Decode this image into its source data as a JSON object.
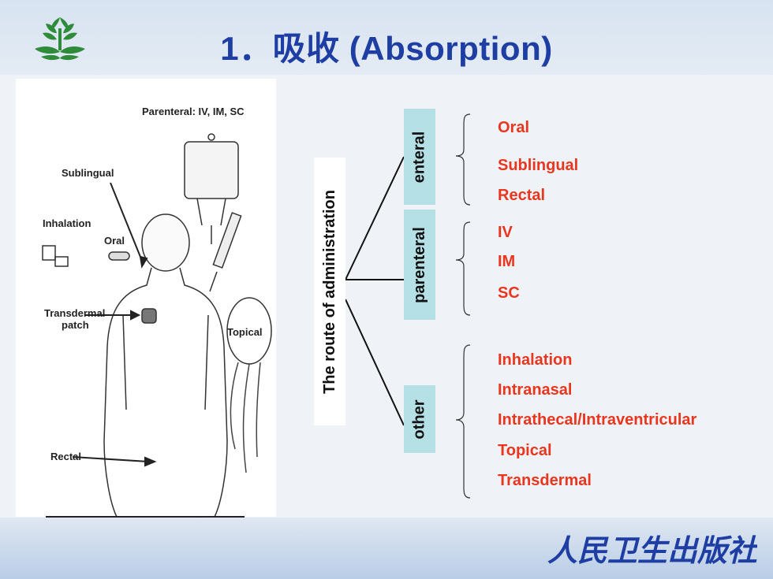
{
  "header": {
    "title": "1．吸收 (Absorption)"
  },
  "figure": {
    "labels": {
      "parenteral": "Parenteral: IV, IM, SC",
      "sublingual": "Sublingual",
      "inhalation": "Inhalation",
      "oral": "Oral",
      "transdermal": "Transdermal",
      "patch": "patch",
      "topical": "Topical",
      "rectal": "Rectal"
    }
  },
  "diagram": {
    "root": "The route of administration",
    "categories": [
      {
        "label": "enteral",
        "items": [
          "Oral",
          "Sublingual",
          "Rectal"
        ]
      },
      {
        "label": "parenteral",
        "items": [
          "IV",
          "IM",
          "SC"
        ]
      },
      {
        "label": "other",
        "items": [
          "Inhalation",
          "Intranasal",
          "Intrathecal/Intraventricular",
          "Topical",
          "Transdermal"
        ]
      }
    ]
  },
  "footer": {
    "publisher": "人民卫生出版社"
  },
  "colors": {
    "title": "#1f3ea3",
    "items": "#e8361f",
    "category_bg": "#b4e0e6",
    "logo": "#2e8b3a"
  }
}
